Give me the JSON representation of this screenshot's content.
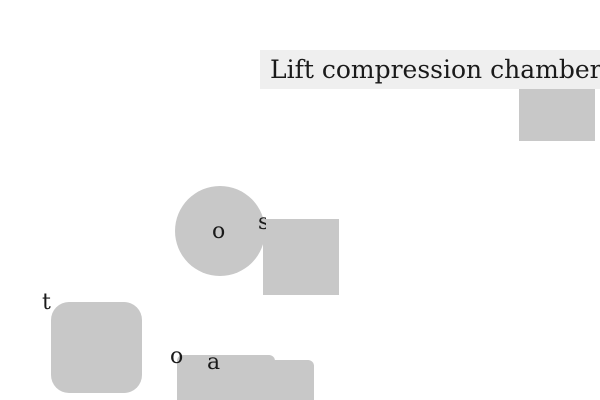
{
  "banner": {
    "text": "Lift compression chamber"
  },
  "colors": {
    "background": "#ffffff",
    "banner": "#efefef",
    "block": "#c8c8c8",
    "text": "#1a1a1a"
  },
  "glyphs": {
    "circle_letter": "o",
    "peek_letter": "s",
    "left_letter": "t",
    "bottom_letter_1": "o",
    "bottom_letter_2": "a"
  }
}
